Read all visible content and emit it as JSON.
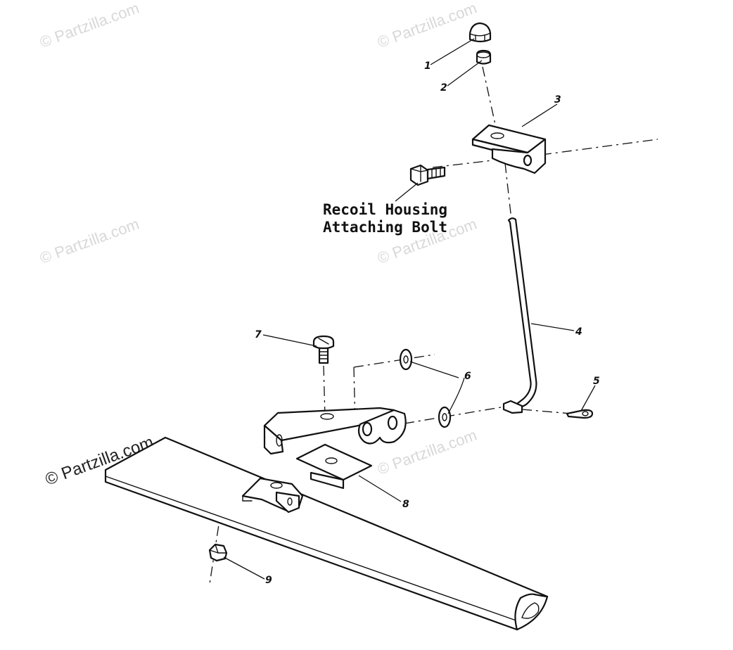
{
  "diagram": {
    "callout": {
      "line1": "Recoil Housing",
      "line2": "Attaching Bolt"
    },
    "part_numbers": [
      "1",
      "2",
      "3",
      "4",
      "5",
      "6",
      "7",
      "8",
      "9"
    ],
    "watermark": "© Partzilla.com",
    "colors": {
      "ink": "#111111",
      "watermark": "#d8d8d8",
      "background": "#ffffff"
    }
  }
}
